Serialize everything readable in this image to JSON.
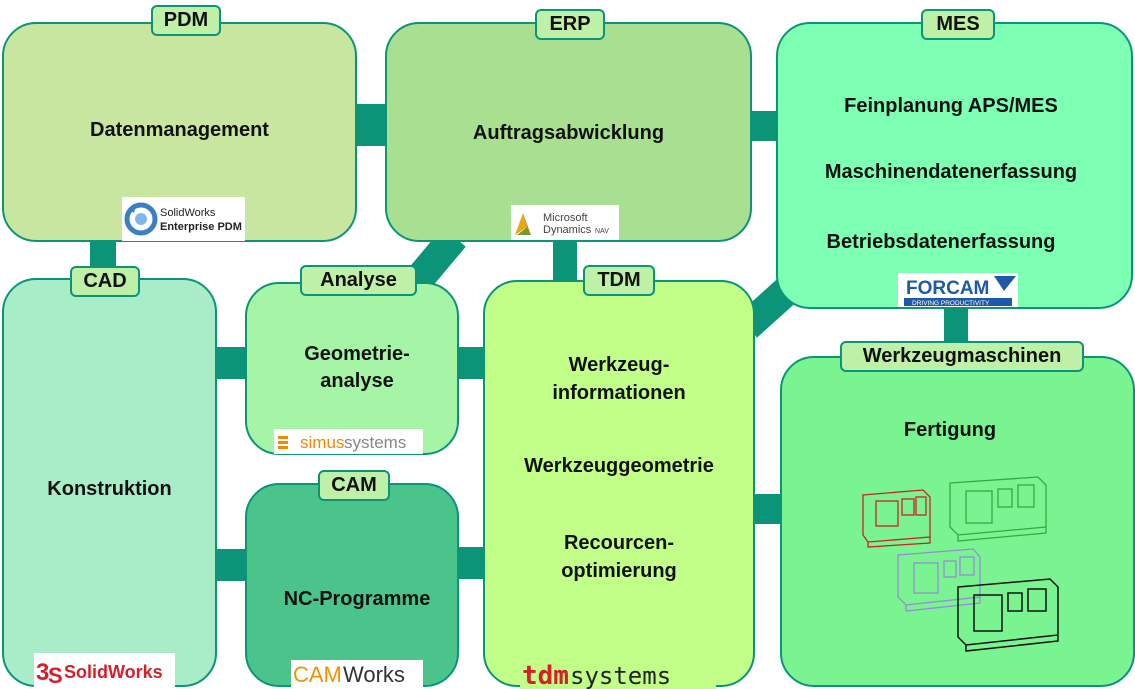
{
  "modules": {
    "pdm": {
      "tag": "PDM",
      "lines": [
        "Datenmanagement"
      ],
      "logo": {
        "line1": "SolidWorks",
        "line2": "Enterprise PDM"
      }
    },
    "erp": {
      "tag": "ERP",
      "lines": [
        "Auftragsabwicklung"
      ],
      "logo": {
        "line1": "Microsoft",
        "line2": "Dynamics",
        "suffix": "NAV"
      }
    },
    "mes": {
      "tag": "MES",
      "lines": [
        "Feinplanung APS/MES",
        "Maschinendatenerfassung",
        "Betriebsdatenerfassung"
      ],
      "logo": {
        "line1": "FORCAM",
        "line2": "DRIVING PRODUCTIVITY"
      }
    },
    "cad": {
      "tag": "CAD",
      "lines": [
        "Konstruktion"
      ],
      "logo": {
        "text": "SolidWorks"
      }
    },
    "analyse": {
      "tag": "Analyse",
      "lines": [
        "Geometrie-",
        "analyse"
      ],
      "logo": {
        "part1": "simus",
        "part2": " systems"
      }
    },
    "cam": {
      "tag": "CAM",
      "lines": [
        "NC-Programme"
      ],
      "logo": {
        "part1": "CAM",
        "part2": "Works"
      }
    },
    "tdm": {
      "tag": "TDM",
      "lines": [
        "Werkzeug-",
        "informationen",
        "Werkzeuggeometrie",
        "Recourcen-",
        "optimierung"
      ],
      "logo": {
        "part1": "tdm",
        "part2": "systems"
      }
    },
    "wzm": {
      "tag": "Werkzeugmaschinen",
      "lines": [
        "Fertigung"
      ]
    }
  },
  "colors": {
    "connector": "#0b9478",
    "pdm": "#c8e6a0",
    "erp": "#a8df90",
    "mes": "#7dffb4",
    "cad": "#a9edc8",
    "analyse": "#a6f5a6",
    "cam": "#4ac48a",
    "tdm": "#c2ff88",
    "wzm": "#7af490",
    "machine_red": "#cc2222",
    "machine_green": "#33aa44",
    "machine_violet": "#9988dd",
    "machine_black": "#111111"
  },
  "icons": [
    "solidworks-pdm-logo",
    "microsoft-dynamics-logo",
    "forcam-logo",
    "solidworks-logo",
    "simus-systems-logo",
    "camworks-logo",
    "tdm-systems-logo",
    "machine-tool-icon"
  ]
}
